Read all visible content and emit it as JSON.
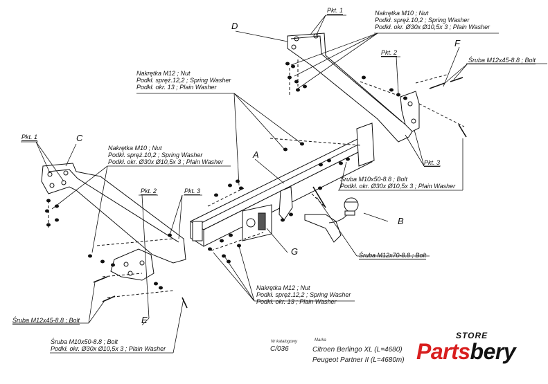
{
  "labels": {
    "pkt1_top": "Pkt. 1",
    "pkt1_left": "Pkt. 1",
    "pkt2_right": "Pkt. 2",
    "pkt2_left": "Pkt. 2",
    "pkt3_right": "Pkt. 3",
    "pkt3_left": "Pkt. 3",
    "nut_m10_top": [
      "Nakrętka  M10 ; Nut",
      "Podkł. spręż.10,2 ; Spring Washer",
      "Podkł. okr.  Ø30x Ø10,5x 3 ; Plain Washer"
    ],
    "nut_m12_mid": [
      "Nakrętka  M12 ; Nut",
      "Podkł. spręż.12,2 ; Spring Washer",
      "Podkł. okr. 13 ; Plain Washer"
    ],
    "nut_m10_left": [
      "Nakrętka  M10 ; Nut",
      "Podkł. spręż.10,2 ; Spring Washer",
      "Podkł. okr.  Ø30x Ø10,5x 3 ; Plain Washer"
    ],
    "bolt_m12x45_right": "Śruba M12x45-8.8 ;  Bolt",
    "bolt_m10x50_right": [
      "Śruba M10x50-8.8 ;  Bolt",
      "Podkł. okr.  Ø30x Ø10,5x 3 ; Plain Washer"
    ],
    "bolt_m12x70": "Śruba M12x70-8.8 ;  Bolt",
    "nut_m12_bottom": [
      "Nakrętka  M12 ; Nut",
      "Podkł. spręż.12,2 ; Spring Washer",
      "Podkł. okr. 13 ; Plain Washer"
    ],
    "bolt_m12x45_left": "Śruba M12x45-8.8 ;  Bolt",
    "bolt_m10x50_left": [
      "Śruba M10x50-8.8 ;  Bolt",
      "Podkł. okr.  Ø30x Ø10,5x 3 ; Plain Washer"
    ]
  },
  "parts": {
    "a": "A",
    "b": "B",
    "c": "C",
    "d": "D",
    "e": "E",
    "f": "F",
    "g": "G"
  },
  "catalog": {
    "nr_label": "Nr katalogowy",
    "nr_value": "C/036",
    "marka_label": "Marka",
    "model_1": "Citroen Berlingo XL (L=4680)",
    "model_2": "Peugeot Partner II (L=4680m)"
  },
  "logo": {
    "store": "STORE",
    "brand_a": "Parts",
    "brand_b": "bery"
  }
}
